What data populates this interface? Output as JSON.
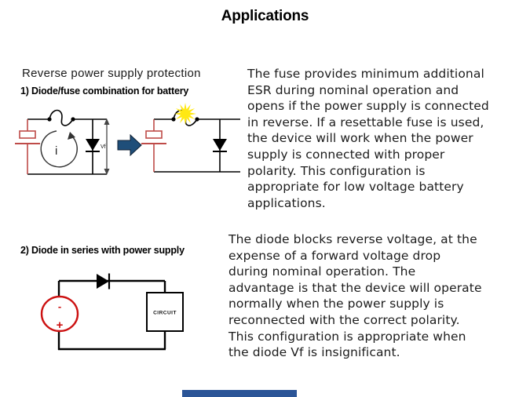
{
  "title": "Applications",
  "left": {
    "subtitle": "Reverse power supply protection",
    "section1": {
      "heading": "1) Diode/fuse combination for battery",
      "labels": {
        "current": "i",
        "vf": "Vf"
      }
    },
    "section2": {
      "heading": "2) Diode in series with power supply",
      "labels": {
        "minus": "-",
        "plus": "+",
        "circuit_box": "CIRCUIT"
      }
    }
  },
  "right": {
    "paragraph1": "The fuse provides minimum additional\nESR during nominal operation and\nopens if the power supply is connected\nin reverse. If a resettable fuse is used,\nthe device will work when the power\nsupply is connected with proper\npolarity. This configuration is\nappropriate for low voltage battery\napplications.",
    "paragraph2": "The diode blocks reverse voltage, at the\nexpense of a forward voltage drop\nduring nominal operation. The\nadvantage is that the device will operate\nnormally when the power supply is\nreconnected with the correct polarity.\nThis configuration is appropriate when\nthe diode Vf is insignificant."
  },
  "colors": {
    "battery_red": "#BE4B48",
    "source_red": "#CC1111",
    "arrow_navy": "#1F4E79",
    "spark_yellow": "#FFE813",
    "bottom_bar_blue": "#2B5597"
  }
}
